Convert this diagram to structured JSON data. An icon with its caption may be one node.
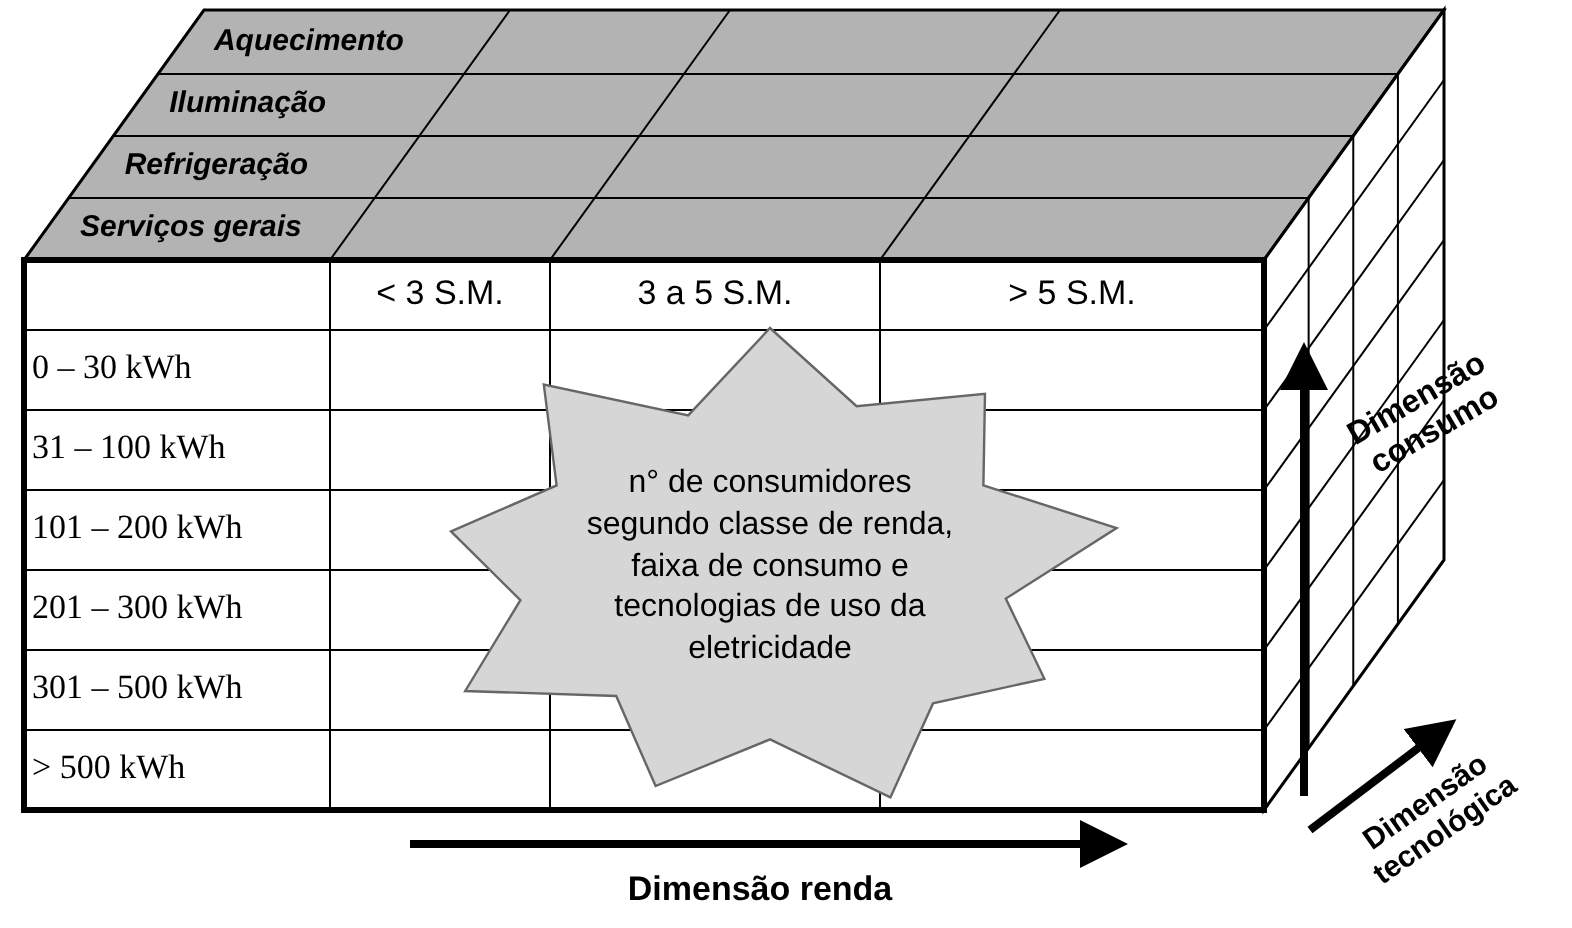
{
  "diagram": {
    "nodes": [
      {
        "text": [
          "n° de consumidores segundo classe de renda, faixa de consumo e tecnologias de uso da eletricidade"
        ]
      }
    ],
    "labels": [
      "Aquecimento",
      "Iluminação",
      "Refrigeração",
      "Serviços gerais",
      "< 3 S.M.",
      "3 a 5 S.M.",
      "> 5 S.M.",
      "0 – 30 kWh",
      "31 – 100 kWh",
      "101 – 200 kWh",
      "201 – 300 kWh",
      "301 – 500 kWh",
      "> 500 kWh",
      "Dimensão consumo",
      "Dimensão tecnológica",
      "Dimensão renda"
    ]
  }
}
